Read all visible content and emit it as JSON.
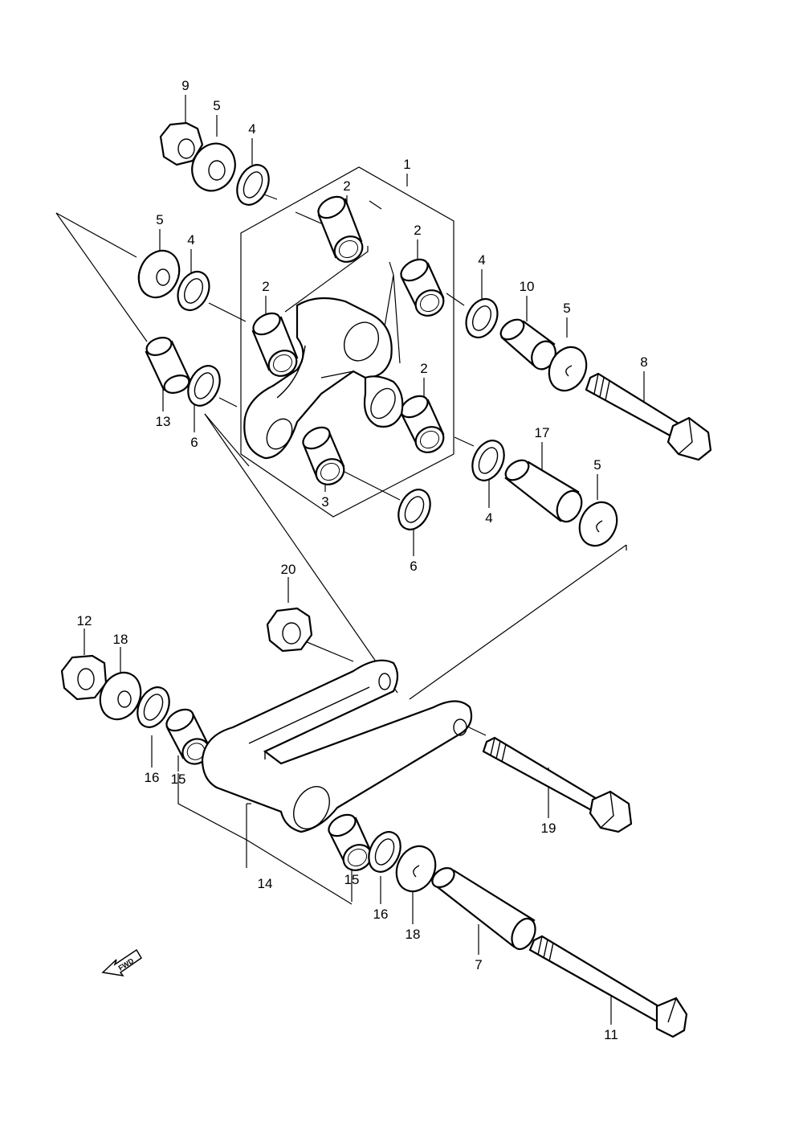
{
  "diagram": {
    "labels": {
      "l9": "9",
      "l5a": "5",
      "l4a": "4",
      "l1": "1",
      "l2a": "2",
      "l5b": "5",
      "l4b": "4",
      "l2b": "2",
      "l2c": "2",
      "l4c": "4",
      "l10": "10",
      "l5c": "5",
      "l8": "8",
      "l2d": "2",
      "l13": "13",
      "l6a": "6",
      "l17": "17",
      "l5d": "5",
      "l3": "3",
      "l4d": "4",
      "l6b": "6",
      "l20": "20",
      "l12": "12",
      "l18a": "18",
      "l16a": "16",
      "l15a": "15",
      "l19": "19",
      "l14": "14",
      "l15b": "15",
      "l16b": "16",
      "l18b": "18",
      "l7": "7",
      "l11": "11"
    },
    "fwd_label": "FWD"
  }
}
